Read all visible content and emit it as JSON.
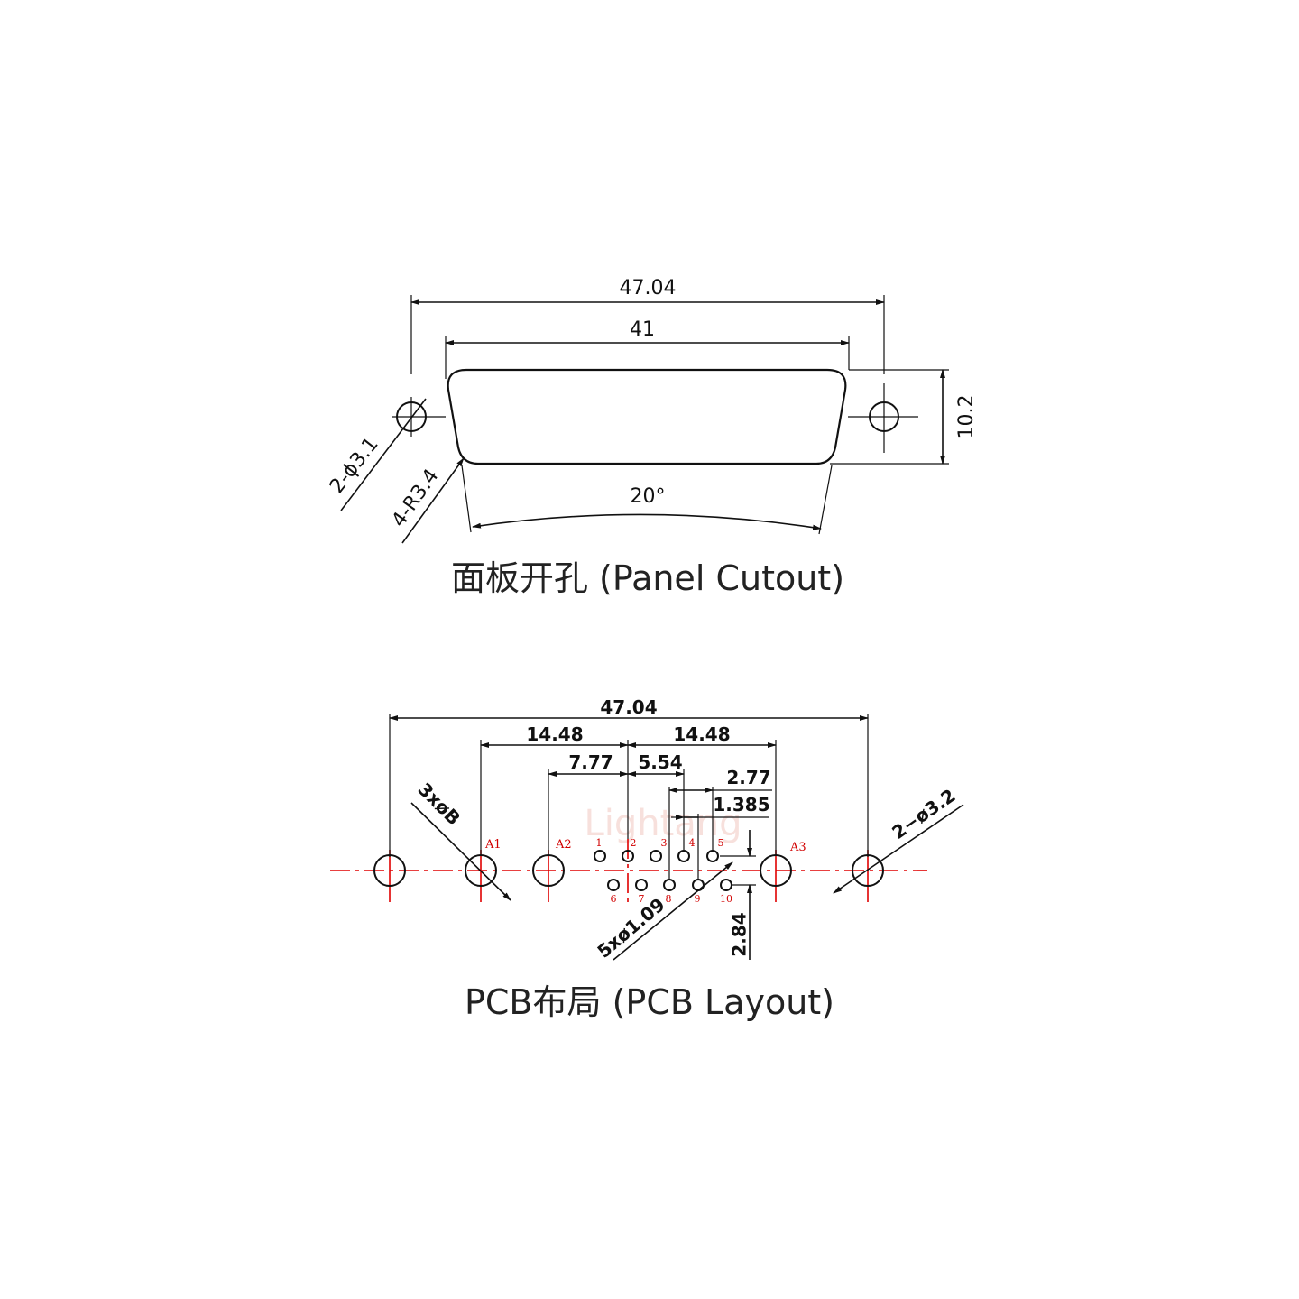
{
  "panel_cutout": {
    "dim_overall_width": "47.04",
    "dim_cutout_width": "41",
    "dim_height": "10.2",
    "dim_angle": "20°",
    "dim_hole_dia": "2-ϕ3.1",
    "dim_radius": "4-R3.4",
    "caption": "面板开孔 (Panel Cutout)"
  },
  "pcb_layout": {
    "dim_overall_width": "47.04",
    "dim_left_span": "14.48",
    "dim_right_span": "14.48",
    "dim_a2_offset": "7.77",
    "dim_pin_span": "5.54",
    "dim_pin_pitch_2": "2.77",
    "dim_pin_pitch_1": "1.385",
    "dim_row_spacing": "2.84",
    "dim_large_hole": "3xøB",
    "dim_small_hole": "5xø1.09",
    "dim_mount_hole": "2−ø3.2",
    "labels_a": [
      "A1",
      "A2",
      "A3"
    ],
    "labels_top_row": [
      "1",
      "2",
      "3",
      "4",
      "5"
    ],
    "labels_bottom_row": [
      "6",
      "7",
      "8",
      "9",
      "10"
    ],
    "watermark": "Lightang",
    "caption": "PCB布局 (PCB Layout)"
  },
  "colors": {
    "lines": "#111111",
    "centerline": "#e00000",
    "pin_labels": "#d10000"
  }
}
